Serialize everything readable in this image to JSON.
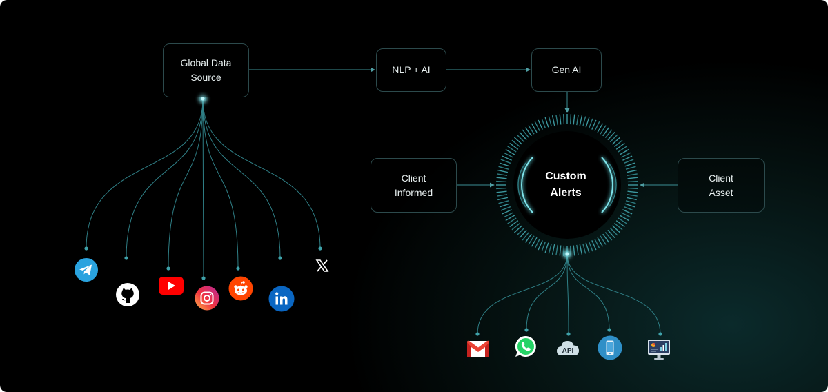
{
  "nodes": {
    "global_source": "Global Data\nSource",
    "nlp": "NLP + AI",
    "gen_ai": "Gen AI",
    "client_informed": "Client\nInformed",
    "client_asset": "Client\nAsset",
    "center": "Custom\nAlerts"
  },
  "sources": [
    "telegram-icon",
    "github-icon",
    "youtube-icon",
    "instagram-icon",
    "reddit-icon",
    "linkedin-icon",
    "x-icon"
  ],
  "outputs": {
    "channels": [
      "gmail-icon",
      "whatsapp-icon",
      "api-cloud-icon",
      "mobile-icon",
      "dashboard-icon"
    ],
    "api_label": "API"
  },
  "colors": {
    "line": "#3c8f95",
    "glow": "#7fe3ea",
    "node_border": "#2c4a4c",
    "ring": "#2e7c82"
  }
}
